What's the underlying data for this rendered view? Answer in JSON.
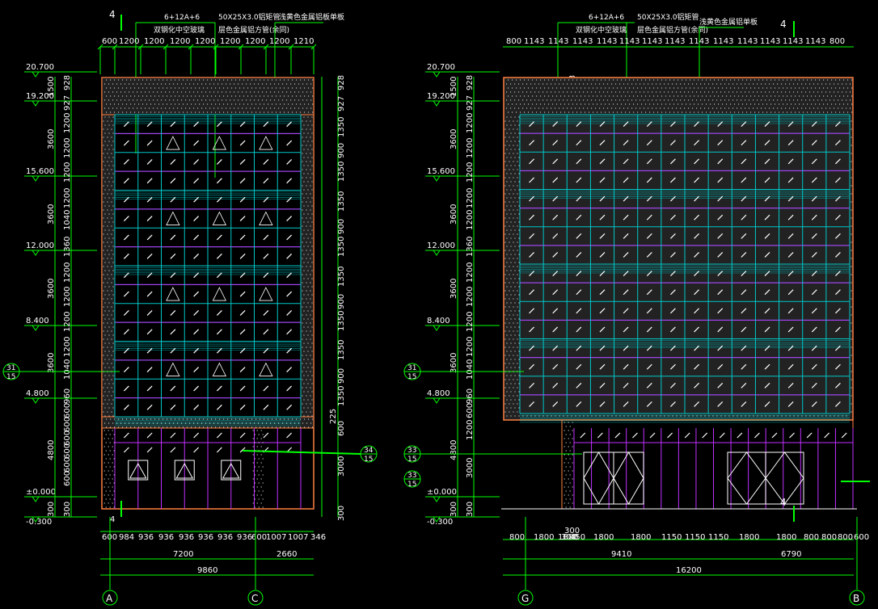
{
  "left": {
    "section_mark": "4",
    "section_mark_bottom": "4",
    "callouts": [
      "6+12A+6",
      "双钢化中空玻璃",
      "50X25X3.0铝矩管",
      "层色金属铝方管(余同)",
      "浅黄色金属铝板单板"
    ],
    "top_dims": [
      "600",
      "1200",
      "1200",
      "1200",
      "1200",
      "1200",
      "1200",
      "1200",
      "1210"
    ],
    "left_levels": [
      "20.700",
      "19.200",
      "15.600",
      "12.000",
      "8.400",
      "4.800",
      "±0.000",
      "-0.300"
    ],
    "left_dims": [
      "1500",
      "3600",
      "3600",
      "3600",
      "3600",
      "4800",
      "300"
    ],
    "left_inner_dims": [
      "928",
      "927",
      "1200",
      "1200",
      "1200",
      "1200",
      "1040",
      "1360",
      "1200",
      "1200",
      "1200",
      "1200",
      "1040",
      "960",
      "600",
      "600",
      "600",
      "600",
      "600",
      "600",
      "300"
    ],
    "right_inner_dims": [
      "928",
      "927",
      "1350",
      "900",
      "1350",
      "1350",
      "900",
      "1350",
      "1350",
      "900",
      "1350",
      "1350",
      "900",
      "1350",
      "225",
      "600",
      "3000",
      "300"
    ],
    "bottom_dims": [
      "600",
      "984",
      "936",
      "936",
      "936",
      "936",
      "936",
      "936",
      "600",
      "1007",
      "1007",
      "346"
    ],
    "bottom_totals": [
      "7200",
      "2660"
    ],
    "bottom_grand_total": "9860",
    "axes": [
      "A",
      "C"
    ],
    "detail_marks": [
      {
        "num": "31",
        "den": "15"
      },
      {
        "num": "34",
        "den": "15"
      }
    ]
  },
  "right": {
    "section_mark": "4",
    "section_mark_bottom": "4",
    "callouts": [
      "6+12A+6",
      "双钢化中空玻璃",
      "50X25X3.0铝矩管",
      "层色金属铝方管(余同)",
      "浅黄色金属铝单板"
    ],
    "top_dims": [
      "800",
      "1143",
      "1143",
      "1143",
      "1143",
      "1143",
      "1143",
      "1143",
      "1143",
      "1143",
      "1143",
      "1143",
      "1143",
      "1143",
      "800"
    ],
    "left_levels": [
      "20.700",
      "19.200",
      "15.600",
      "12.000",
      "8.400",
      "4.800",
      "±0.000",
      "-0.300"
    ],
    "left_dims": [
      "1500",
      "3600",
      "3600",
      "3600",
      "3600",
      "4800",
      "300"
    ],
    "left_inner_dims": [
      "928",
      "927",
      "1200",
      "1200",
      "1200",
      "1200",
      "1200",
      "1360",
      "1200",
      "1200",
      "1200",
      "1200",
      "1040",
      "960",
      "600",
      "1200",
      "3000",
      "300"
    ],
    "inner_dims": [
      "928",
      "927",
      "1350",
      "900",
      "1350",
      "1350",
      "900",
      "1350",
      "1350",
      "900",
      "1350",
      "1350",
      "900",
      "1350"
    ],
    "bottom_dims": [
      "800",
      "1800",
      "1800",
      "300",
      "450",
      "1800",
      "1800",
      "1150",
      "1150",
      "1150",
      "1800",
      "1800",
      "800",
      "800",
      "800",
      "600"
    ],
    "bottom_mid_label": "300",
    "bottom_totals": [
      "9410",
      "6790"
    ],
    "bottom_grand_total": "16200",
    "axes": [
      "G",
      "B"
    ],
    "detail_marks": [
      {
        "num": "31",
        "den": "15"
      },
      {
        "num": "33",
        "den": "15"
      },
      {
        "num": "33",
        "den": "15"
      }
    ]
  },
  "colors": {
    "background": "#000000",
    "dim_line": "#00ff00",
    "text": "#ffffff",
    "cyan": "#00c8c8",
    "magenta": "#c030ff",
    "orange": "#ff8040",
    "white": "#ffffff"
  }
}
